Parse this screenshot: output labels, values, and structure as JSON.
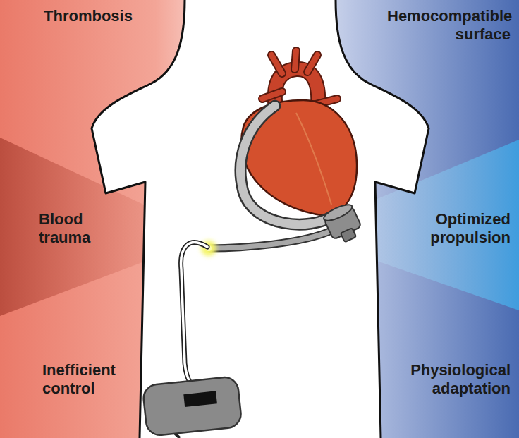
{
  "diagram": {
    "labels": [
      "Thrombosis",
      "Hemocompatible surface",
      "Blood trauma",
      "Optimized propulsion",
      "Inefficient control",
      "Physiological adaptation"
    ]
  }
}
